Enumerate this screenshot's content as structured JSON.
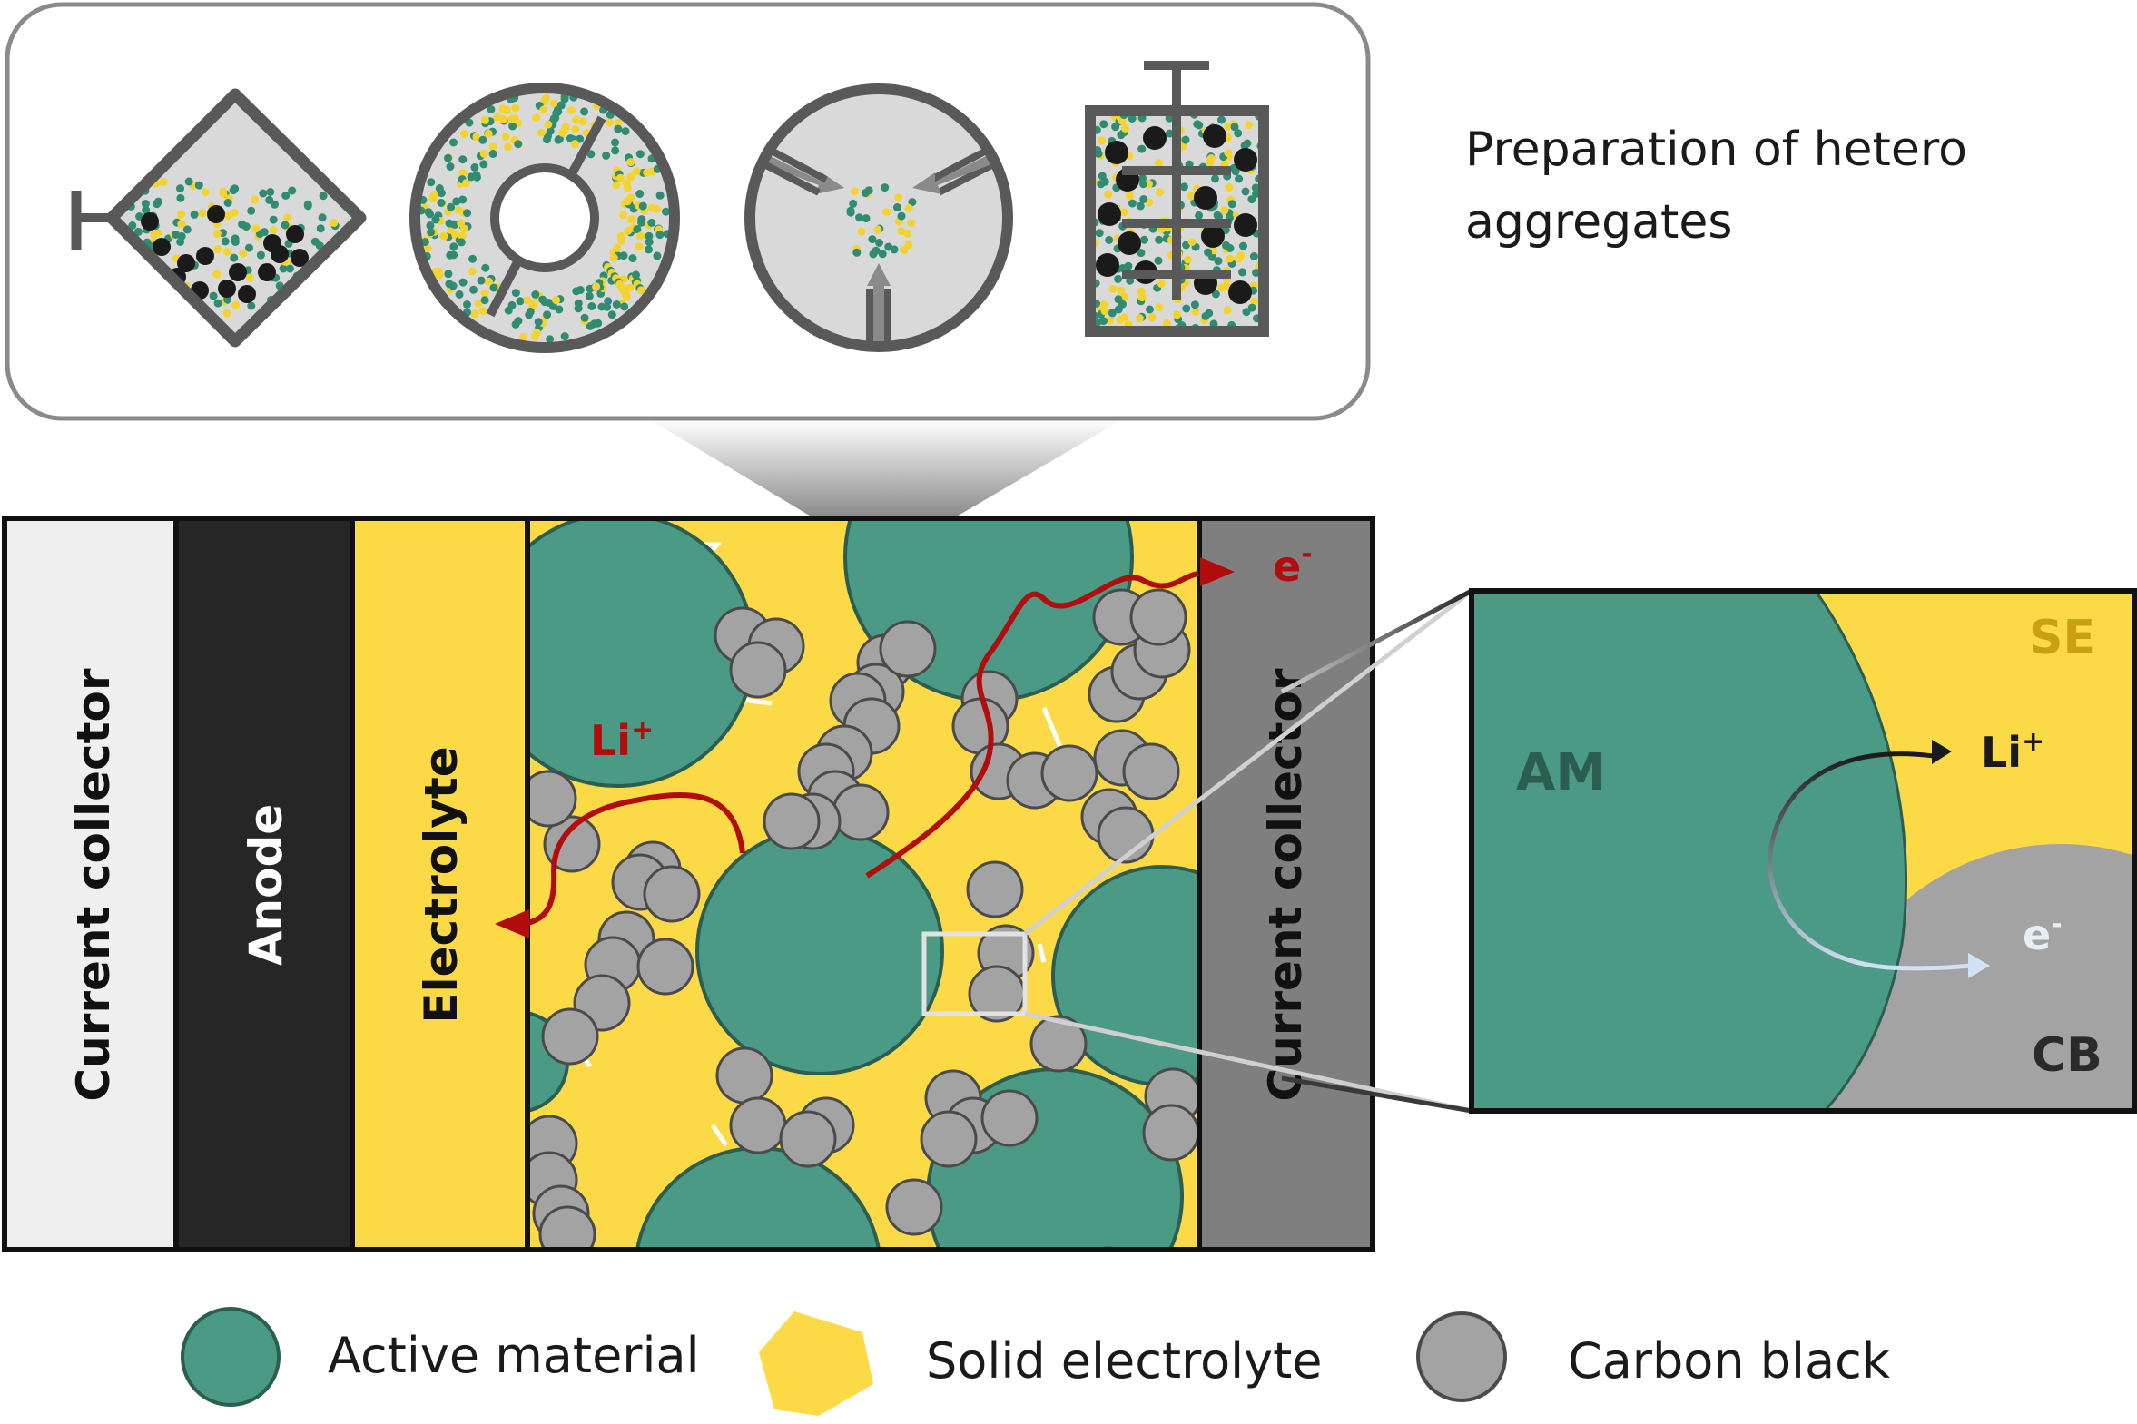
{
  "header": {
    "text_line1": "Preparation of hetero",
    "text_line2": "aggregates"
  },
  "cell": {
    "current_collector_left": "Current collector",
    "anode": "Anode",
    "electrolyte": "Electrolyte",
    "current_collector_right": "Current collector",
    "li_ion": "Li",
    "li_sup": "+",
    "electron": "e",
    "electron_sup": "-"
  },
  "zoom": {
    "am": "AM",
    "se": "SE",
    "cb": "CB",
    "li_ion": "Li",
    "li_sup": "+",
    "electron": "e",
    "electron_sup": "-"
  },
  "legend": {
    "items": [
      {
        "label": "Active material",
        "color": "#4a9a86"
      },
      {
        "label": "Solid electrolyte",
        "color": "#fbd947"
      },
      {
        "label": "Carbon black",
        "color": "#a3a3a3"
      }
    ]
  },
  "colors": {
    "active_material": "#4a9a86",
    "solid_electrolyte": "#fbd947",
    "carbon_black": "#a3a3a3",
    "anode": "#262626",
    "current_collector_left": "#efefef",
    "current_collector_right": "#7f7f7f",
    "arrow_red": "#b30c0c",
    "outline": "#5a5a5a"
  }
}
